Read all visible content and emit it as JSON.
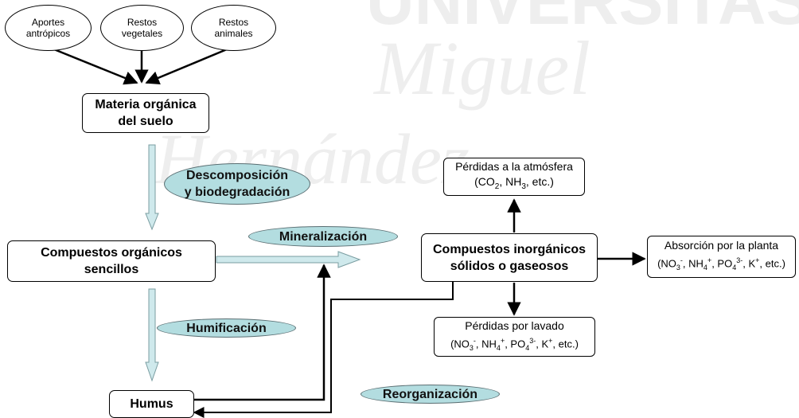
{
  "colors": {
    "process_fill": "#b3dde0",
    "flow_arrow_fill": "#cfe9ec",
    "watermark": "#eeeeee"
  },
  "watermark": {
    "line1": "UNIVERSITAS",
    "line2": "Miguel",
    "line3": "Hernández"
  },
  "sources": {
    "aportes": {
      "line1": "Aportes",
      "line2": "antrópicos"
    },
    "vegetales": {
      "line1": "Restos",
      "line2": "vegetales"
    },
    "animales": {
      "line1": "Restos",
      "line2": "animales"
    }
  },
  "nodes": {
    "materia": {
      "line1": "Materia orgánica",
      "line2": "del suelo"
    },
    "compuestos_organicos": {
      "line1": "Compuestos orgánicos",
      "line2": "sencillos"
    },
    "humus": {
      "line1": "Humus"
    },
    "compuestos_inorganicos": {
      "line1": "Compuestos inorgánicos",
      "line2": "sólidos o gaseosos"
    },
    "atmosfera": {
      "line1": "Pérdidas a la atmósfera",
      "line2": "(CO2, NH3, etc.)"
    },
    "planta": {
      "line1": "Absorción por  la planta",
      "line2": "(NO3-, NH4+, PO43-, K+, etc.)"
    },
    "lavado": {
      "line1": "Pérdidas por lavado",
      "line2": "(NO3-, NH4+, PO43-, K+, etc.)"
    }
  },
  "processes": {
    "descomposicion": {
      "line1": "Descomposición",
      "line2": "y biodegradación"
    },
    "mineralizacion": "Mineralización",
    "humificacion": "Humificación",
    "reorganizacion": "Reorganización"
  }
}
